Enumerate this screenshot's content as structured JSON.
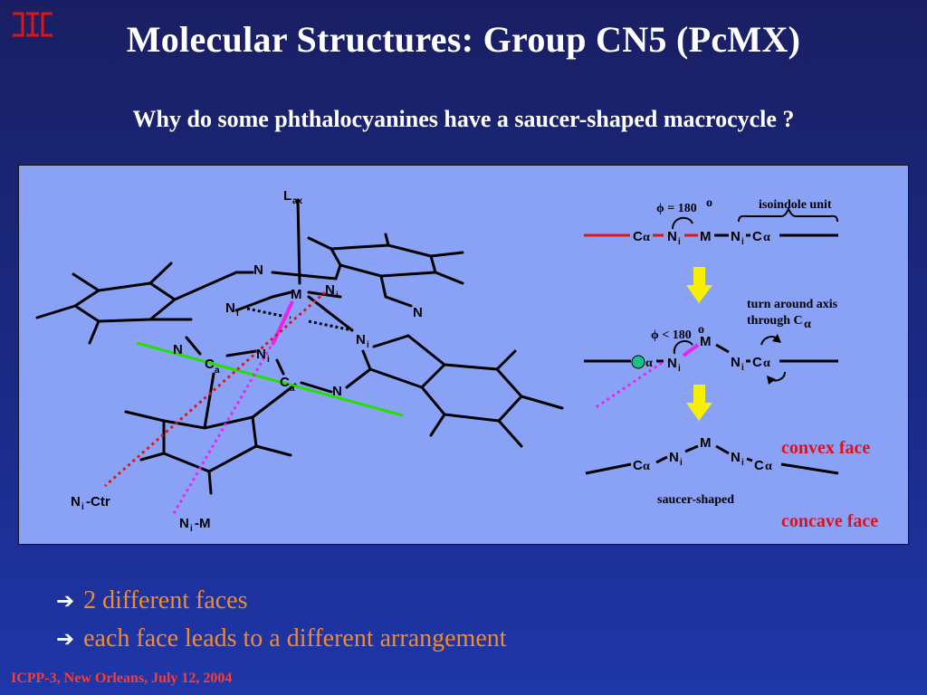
{
  "slide": {
    "title": "Molecular Structures: Group CN5 (PcMX)",
    "subtitle": "Why do some phthalocyanines have a saucer-shaped macrocycle  ?",
    "footer": "ICPP-3, New Orleans, July 12, 2004",
    "colors": {
      "background": "#1b2a86",
      "panel": "#8aa2f6",
      "title": "#ffffff",
      "bullet_text": "#f28a2e",
      "footer": "#ff3b30",
      "face_labels": "#e0101a",
      "highlight_line": "#22e000",
      "nim_line": "#ee22ee",
      "ctr_line": "#e01414",
      "down_arrow": "#f7f000"
    }
  },
  "bullets": [
    {
      "arrow": "➔",
      "text": "2 different faces"
    },
    {
      "arrow": "➔",
      "text": "each face leads to a different arrangement"
    }
  ],
  "structure_labels": {
    "lax": "L",
    "lax_sub": "ax",
    "n": "N",
    "m": "M",
    "i": "i",
    "ca": "C",
    "ca_sub": "a",
    "ni_ctr": "-Ctr",
    "ni_m": "-M"
  },
  "scheme": {
    "isoindole_unit": "isoindole unit",
    "phi_180": "ϕ = 180",
    "phi_lt_180": "ϕ < 180",
    "degree": "o",
    "turn_axis_line1": "turn around axis",
    "turn_axis_line2": "through C",
    "alpha": "α",
    "c": "C",
    "n": "N",
    "i": "i",
    "m": "M",
    "saucer_shaped": "saucer-shaped",
    "convex_face": "convex face",
    "concave_face": "concave face"
  }
}
